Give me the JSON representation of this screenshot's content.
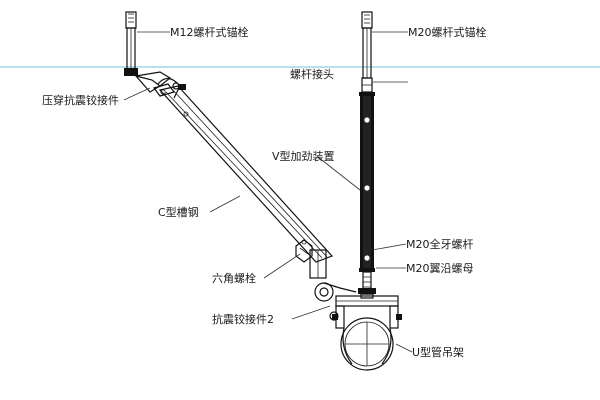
{
  "diagram": {
    "accent_line_color": "#6fc6d8",
    "labels": {
      "m12_anchor": "M12螺杆式锚栓",
      "m20_anchor": "M20螺杆式锚栓",
      "rod_joint": "螺杆接头",
      "seismic_hinge_1": "压穿抗震铰接件",
      "v_stiffener": "V型加劲装置",
      "c_channel": "C型槽钢",
      "m20_threaded_rod": "M20全牙螺杆",
      "hex_bolt": "六角螺栓",
      "m20_flange_nut": "M20翼沿螺母",
      "seismic_hinge_2": "抗震铰接件2",
      "u_pipe_hanger": "U型管吊架"
    }
  }
}
